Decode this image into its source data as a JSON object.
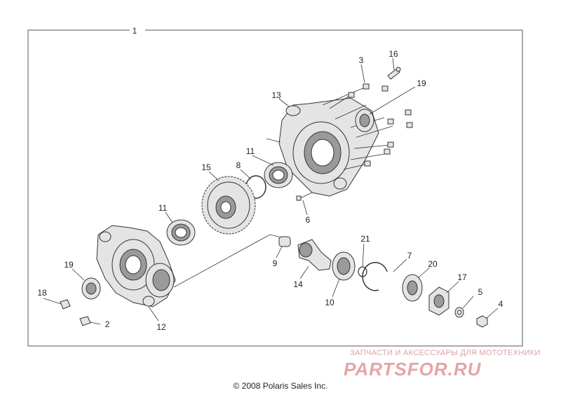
{
  "assembly_label": "1",
  "callouts": [
    {
      "id": "c3",
      "text": "3"
    },
    {
      "id": "c16",
      "text": "16"
    },
    {
      "id": "c19a",
      "text": "19"
    },
    {
      "id": "c13",
      "text": "13"
    },
    {
      "id": "c11a",
      "text": "11"
    },
    {
      "id": "c8",
      "text": "8"
    },
    {
      "id": "c15",
      "text": "15"
    },
    {
      "id": "c6",
      "text": "6"
    },
    {
      "id": "c11b",
      "text": "11"
    },
    {
      "id": "c21",
      "text": "21"
    },
    {
      "id": "c7",
      "text": "7"
    },
    {
      "id": "c9",
      "text": "9"
    },
    {
      "id": "c20",
      "text": "20"
    },
    {
      "id": "c17",
      "text": "17"
    },
    {
      "id": "c14",
      "text": "14"
    },
    {
      "id": "c19b",
      "text": "19"
    },
    {
      "id": "c18",
      "text": "18"
    },
    {
      "id": "c5",
      "text": "5"
    },
    {
      "id": "c4",
      "text": "4"
    },
    {
      "id": "c10",
      "text": "10"
    },
    {
      "id": "c2",
      "text": "2"
    },
    {
      "id": "c12",
      "text": "12"
    }
  ],
  "footer": {
    "copyright": "© 2008 Polaris Sales Inc."
  },
  "watermark": {
    "text": "ЗАПЧАСТИ И АКСЕССУАРЫ ДЛЯ МОТОТЕХНИКИ",
    "logo": "PARTSFOR.RU"
  },
  "colors": {
    "line": "#333333",
    "part_fill": "#e4e4e4",
    "watermark": "#e6a5a5"
  }
}
